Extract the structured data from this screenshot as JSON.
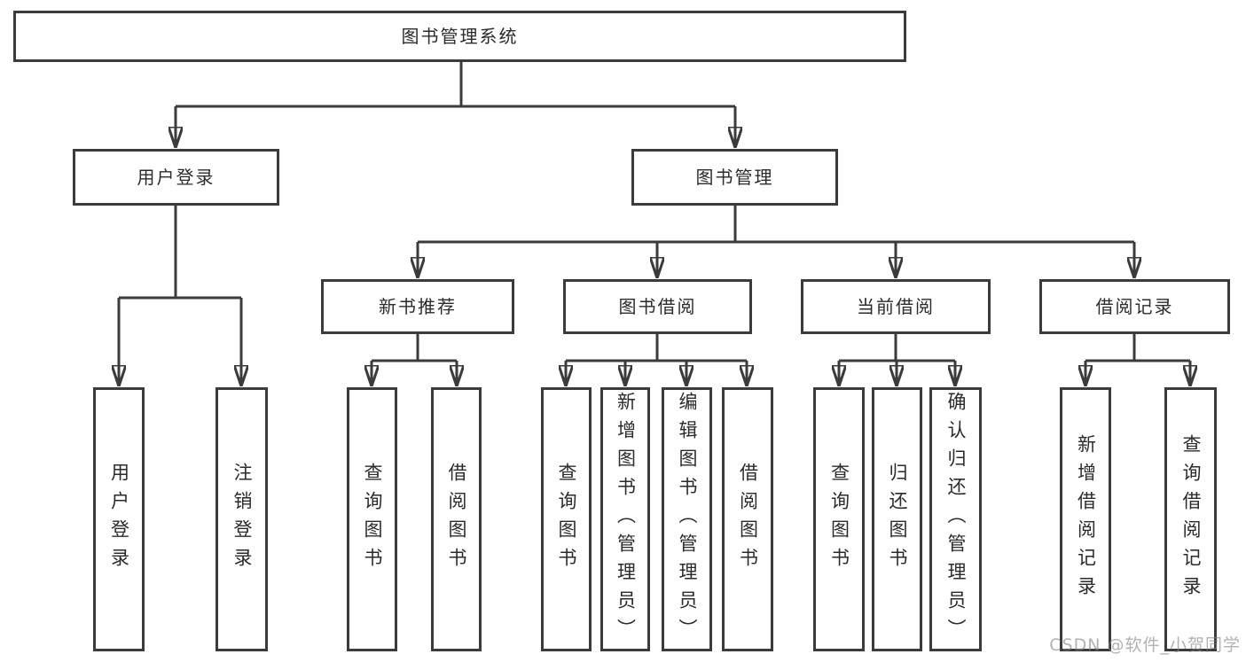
{
  "diagram": {
    "type": "tree",
    "watermark": "CSDN @软件_小贺同学",
    "colors": {
      "line": "#3b3b3b",
      "border": "#3b3b3b",
      "text": "#2b2b2b",
      "background": "#ffffff",
      "watermark": "#828282"
    },
    "tree": {
      "label": "图书管理系统",
      "children": [
        {
          "label": "用户登录",
          "children": [
            {
              "label": "用户登录"
            },
            {
              "label": "注销登录"
            }
          ]
        },
        {
          "label": "图书管理",
          "children": [
            {
              "label": "新书推荐",
              "children": [
                {
                  "label": "查询图书"
                },
                {
                  "label": "借阅图书"
                }
              ]
            },
            {
              "label": "图书借阅",
              "children": [
                {
                  "label": "查询图书"
                },
                {
                  "label": "新增图书（管理员）"
                },
                {
                  "label": "编辑图书（管理员）"
                },
                {
                  "label": "借阅图书"
                }
              ]
            },
            {
              "label": "当前借阅",
              "children": [
                {
                  "label": "查询图书"
                },
                {
                  "label": "归还图书"
                },
                {
                  "label": "确认归还（管理员）"
                }
              ]
            },
            {
              "label": "借阅记录",
              "children": [
                {
                  "label": "新增借阅记录"
                },
                {
                  "label": "查询借阅记录"
                }
              ]
            }
          ]
        }
      ]
    }
  }
}
